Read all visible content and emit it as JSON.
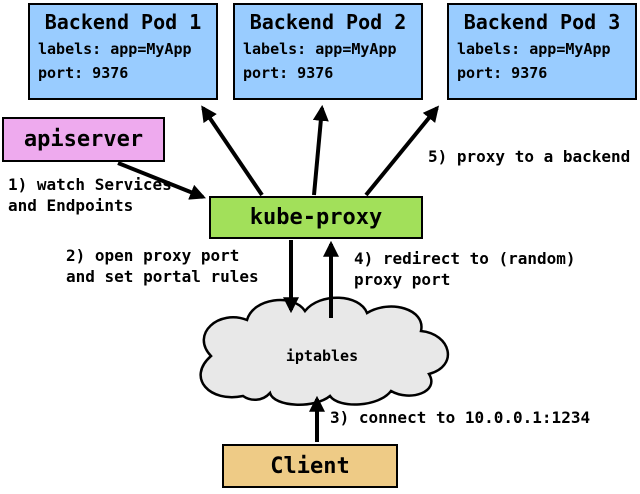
{
  "colors": {
    "pod_fill": "#99ccff",
    "apiserver_fill": "#eeaaee",
    "kube_proxy_fill": "#a2e05a",
    "client_fill": "#eecb86",
    "cloud_fill": "#e8e8e8"
  },
  "pods": [
    {
      "title": "Backend Pod 1",
      "labels_line": "labels: app=MyApp",
      "port_line": "port: 9376"
    },
    {
      "title": "Backend Pod 2",
      "labels_line": "labels: app=MyApp",
      "port_line": "port: 9376"
    },
    {
      "title": "Backend Pod 3",
      "labels_line": "labels: app=MyApp",
      "port_line": "port: 9376"
    }
  ],
  "nodes": {
    "apiserver": "apiserver",
    "kube_proxy": "kube-proxy",
    "iptables": "iptables",
    "client": "Client"
  },
  "steps": {
    "s1": "1) watch Services\nand Endpoints",
    "s2": "2) open proxy port\nand set portal rules",
    "s3": "3) connect to 10.0.0.1:1234",
    "s4": "4) redirect to (random)\nproxy port",
    "s5": "5) proxy to a backend"
  }
}
